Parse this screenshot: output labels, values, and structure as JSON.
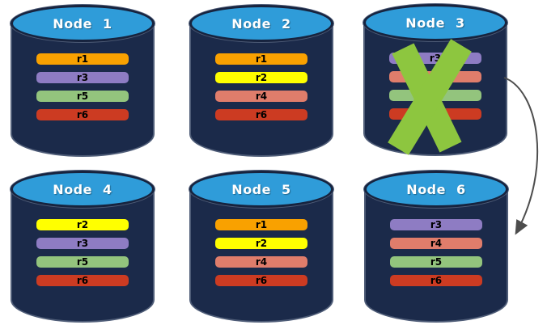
{
  "diagram": {
    "description": "Six database nodes holding replicas; Node 3 failed and its replicas point to Node 6"
  },
  "palette": {
    "cylinder_body": "#1B2A4A",
    "cylinder_top": "#2F9CD9",
    "node_title_color": "#FFFFFF",
    "replica_label_color": "#000000",
    "failure_x_color": "#8DC63F",
    "arrow_color": "#4D4D4D"
  },
  "replica_colors": {
    "r1": "#F9A100",
    "r2": "#FFFF00",
    "r3": "#8E7CC3",
    "r4": "#E07D6B",
    "r5": "#93C47D",
    "r6": "#CC3B22"
  },
  "nodes": [
    {
      "label": "Node 1",
      "failed": false,
      "replicas": [
        {
          "label": "r1",
          "color": "#F9A100"
        },
        {
          "label": "r3",
          "color": "#8E7CC3"
        },
        {
          "label": "r5",
          "color": "#93C47D"
        },
        {
          "label": "r6",
          "color": "#CC3B22"
        }
      ]
    },
    {
      "label": "Node 2",
      "failed": false,
      "replicas": [
        {
          "label": "r1",
          "color": "#F9A100"
        },
        {
          "label": "r2",
          "color": "#FFFF00"
        },
        {
          "label": "r4",
          "color": "#E07D6B"
        },
        {
          "label": "r6",
          "color": "#CC3B22"
        }
      ]
    },
    {
      "label": "Node 3",
      "failed": true,
      "replicas": [
        {
          "label": "r3",
          "color": "#8E7CC3"
        },
        {
          "label": "r4",
          "color": "#E07D6B"
        },
        {
          "label": "r5",
          "color": "#93C47D"
        },
        {
          "label": "r6",
          "color": "#CC3B22"
        }
      ]
    },
    {
      "label": "Node 4",
      "failed": false,
      "replicas": [
        {
          "label": "r2",
          "color": "#FFFF00"
        },
        {
          "label": "r3",
          "color": "#8E7CC3"
        },
        {
          "label": "r5",
          "color": "#93C47D"
        },
        {
          "label": "r6",
          "color": "#CC3B22"
        }
      ]
    },
    {
      "label": "Node 5",
      "failed": false,
      "replicas": [
        {
          "label": "r1",
          "color": "#F9A100"
        },
        {
          "label": "r2",
          "color": "#FFFF00"
        },
        {
          "label": "r4",
          "color": "#E07D6B"
        },
        {
          "label": "r6",
          "color": "#CC3B22"
        }
      ]
    },
    {
      "label": "Node 6",
      "failed": false,
      "replicas": [
        {
          "label": "r3",
          "color": "#8E7CC3"
        },
        {
          "label": "r4",
          "color": "#E07D6B"
        },
        {
          "label": "r5",
          "color": "#93C47D"
        },
        {
          "label": "r6",
          "color": "#CC3B22"
        }
      ]
    }
  ],
  "annotations": {
    "failure_x": {
      "on_node": "Node 3",
      "color": "#8DC63F"
    },
    "arrow": {
      "from": "Node 3",
      "to": "Node 6",
      "color": "#4D4D4D"
    }
  }
}
